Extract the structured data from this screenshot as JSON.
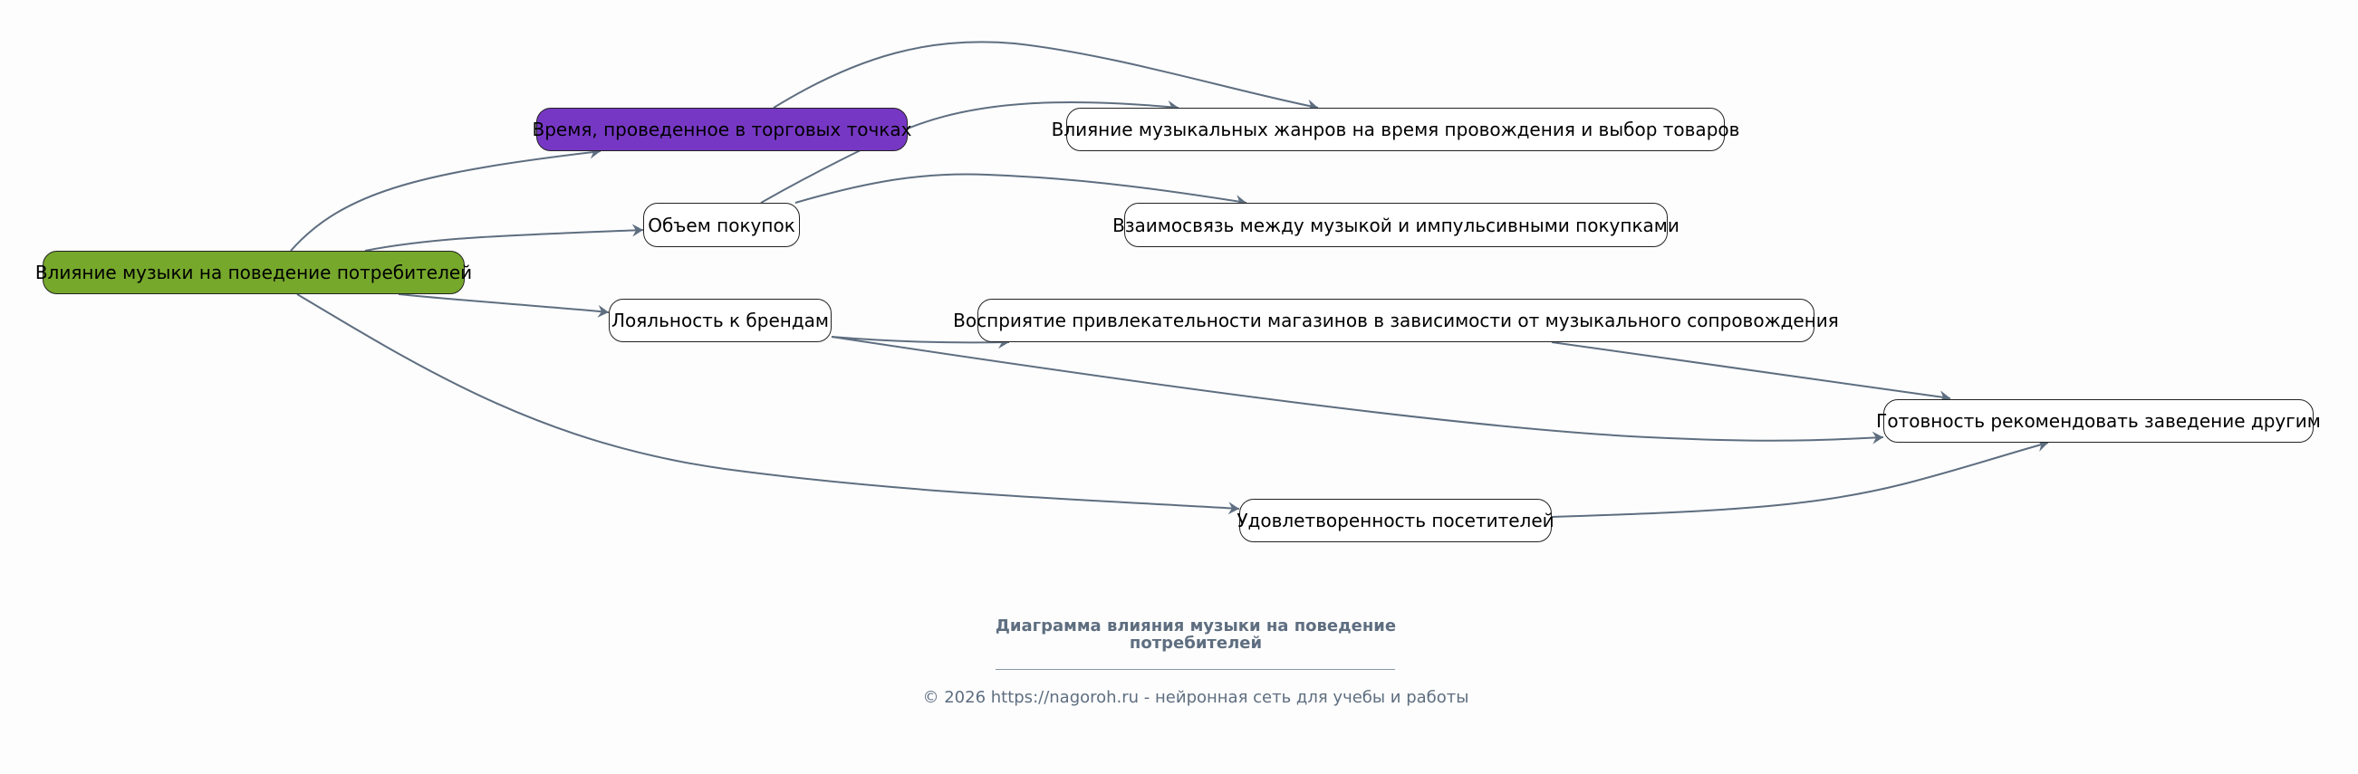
{
  "diagram": {
    "type": "mind-map",
    "colors": {
      "edge": "#5e6e80",
      "root_fill": "#76a82c",
      "accent_fill": "#7638c4",
      "node_fill": "#ffffff",
      "background": "#fdfdfd"
    },
    "nodes": [
      {
        "id": "root",
        "label": "Влияние музыки на поведение потребителей",
        "style": "root"
      },
      {
        "id": "time",
        "label": "Время, проведенное в торговых точках",
        "style": "accent"
      },
      {
        "id": "volume",
        "label": "Объем покупок",
        "style": "default"
      },
      {
        "id": "loyalty",
        "label": "Лояльность к брендам",
        "style": "default"
      },
      {
        "id": "genres",
        "label": "Влияние музыкальных жанров на время провождения и выбор товаров",
        "style": "default"
      },
      {
        "id": "impulse",
        "label": "Взаимосвязь между музыкой и импульсивными покупками",
        "style": "default"
      },
      {
        "id": "perception",
        "label": "Восприятие привлекательности магазинов в зависимости от музыкального сопровождения",
        "style": "default"
      },
      {
        "id": "recommend",
        "label": "Готовность рекомендовать заведение другим",
        "style": "default"
      },
      {
        "id": "satisfaction",
        "label": "Удовлетворенность посетителей",
        "style": "default"
      }
    ],
    "edges": [
      {
        "from": "root",
        "to": "time"
      },
      {
        "from": "root",
        "to": "volume"
      },
      {
        "from": "root",
        "to": "loyalty"
      },
      {
        "from": "root",
        "to": "satisfaction"
      },
      {
        "from": "time",
        "to": "genres"
      },
      {
        "from": "volume",
        "to": "genres"
      },
      {
        "from": "volume",
        "to": "impulse"
      },
      {
        "from": "loyalty",
        "to": "perception"
      },
      {
        "from": "loyalty",
        "to": "recommend"
      },
      {
        "from": "perception",
        "to": "recommend"
      },
      {
        "from": "satisfaction",
        "to": "recommend"
      }
    ]
  },
  "footer": {
    "title": "Диаграмма влияния музыки на поведение потребителей",
    "copyright": "© 2026 https://nagoroh.ru - нейронная сеть для учебы и работы"
  }
}
